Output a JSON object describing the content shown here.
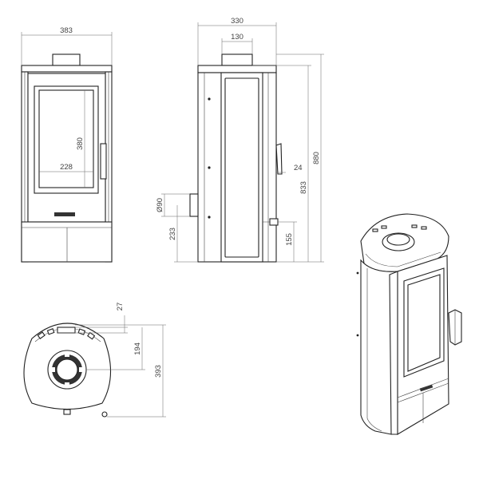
{
  "dimensions": {
    "front_width": "383",
    "side_depth": "330",
    "flue_offset": "130",
    "glass_height": "380",
    "glass_width": "228",
    "handle_offset": "24",
    "total_height": "880",
    "flue_center_height": "833",
    "flue_diameter": "Ø90",
    "rear_outlet_height": "233",
    "air_inlet_height": "155",
    "top_small": "27",
    "top_center": "194",
    "top_depth": "393"
  },
  "colors": {
    "line": "#222222",
    "dimension": "#666666",
    "fill_gray": "#d6d6d6",
    "background": "#ffffff"
  }
}
